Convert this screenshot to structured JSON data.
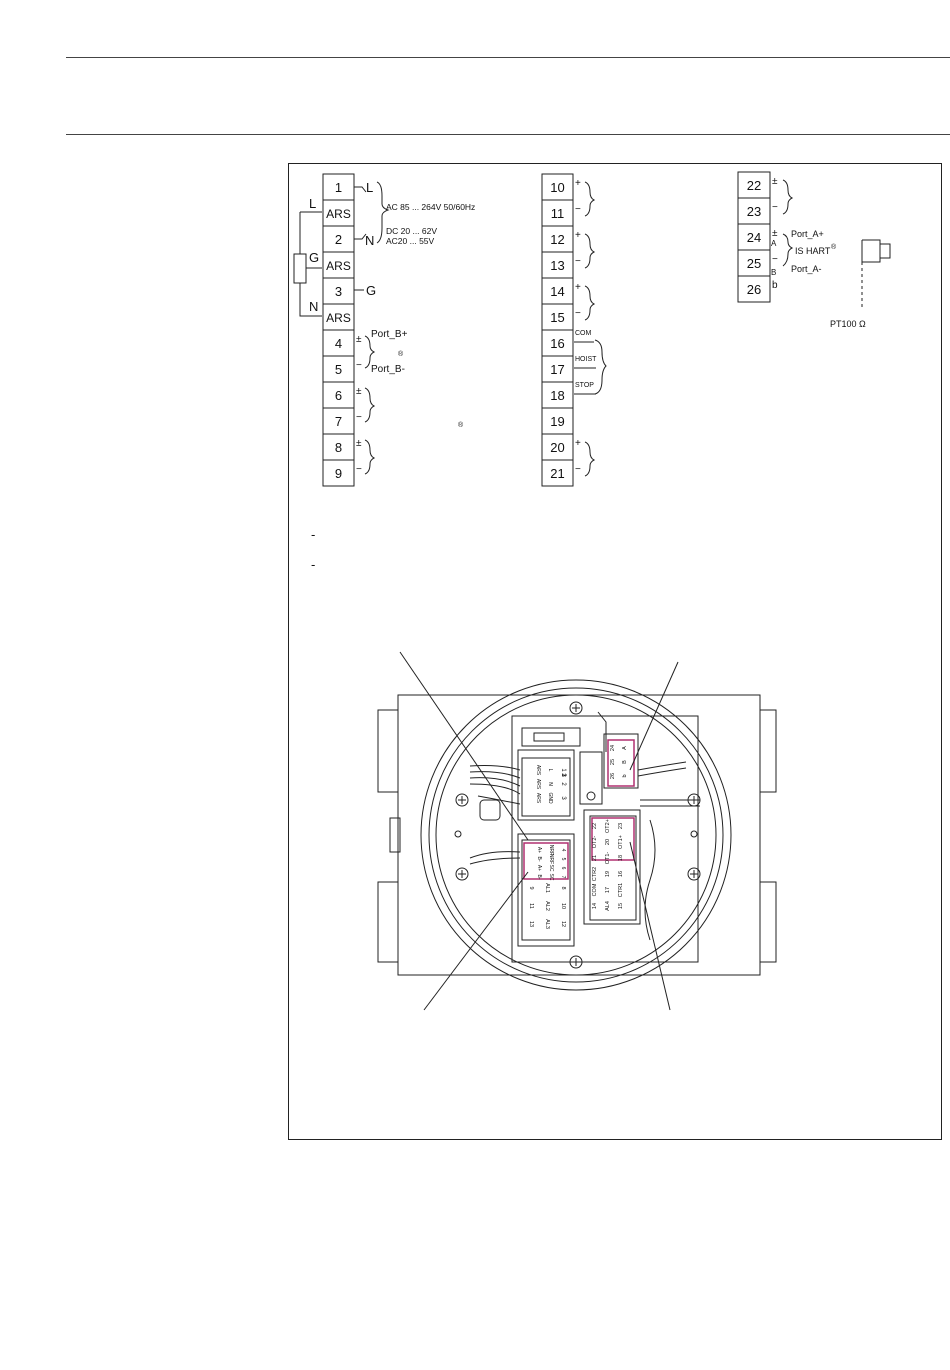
{
  "left_block": {
    "terminals": [
      {
        "label": "1",
        "sign": ""
      },
      {
        "label": "ARS",
        "sign": ""
      },
      {
        "label": "2",
        "sign": ""
      },
      {
        "label": "ARS",
        "sign": ""
      },
      {
        "label": "3",
        "sign": ""
      },
      {
        "label": "ARS",
        "sign": ""
      },
      {
        "label": "4",
        "sign": "±"
      },
      {
        "label": "5",
        "sign": "−"
      },
      {
        "label": "6",
        "sign": "±"
      },
      {
        "label": "7",
        "sign": "−"
      },
      {
        "label": "8",
        "sign": "±"
      },
      {
        "label": "9",
        "sign": "−"
      }
    ],
    "power_labels": {
      "l_right": "L",
      "n_right": "N",
      "g_right": "G",
      "l_left": "L",
      "g_left": "G",
      "n_left": "N",
      "ac": "AC 85 ... 264V 50/60Hz",
      "dc": "DC 20 ... 62V",
      "ac2": "AC20 ... 55V"
    },
    "port_b_plus": "Port_B+",
    "port_b_minus": "Port_B-",
    "reg_mark_1": "®",
    "reg_mark_2": "®"
  },
  "middle_block": {
    "terminals": [
      {
        "label": "10",
        "sign": "+"
      },
      {
        "label": "11",
        "sign": "−"
      },
      {
        "label": "12",
        "sign": "+"
      },
      {
        "label": "13",
        "sign": "−"
      },
      {
        "label": "14",
        "sign": "+"
      },
      {
        "label": "15",
        "sign": "−"
      },
      {
        "label": "16",
        "sign": "COM"
      },
      {
        "label": "17",
        "sign": "HOIST"
      },
      {
        "label": "18",
        "sign": "STOP"
      },
      {
        "label": "19",
        "sign": ""
      },
      {
        "label": "20",
        "sign": "+"
      },
      {
        "label": "21",
        "sign": "−"
      }
    ]
  },
  "right_block": {
    "terminals": [
      {
        "label": "22",
        "sign": "±"
      },
      {
        "label": "23",
        "sign": "−"
      },
      {
        "label": "24",
        "sign": "±"
      },
      {
        "label": "25",
        "sign": "−"
      },
      {
        "label": "26",
        "sign": "b"
      }
    ],
    "sub_a": "A",
    "sub_b": "B",
    "port_a_plus": "Port_A+",
    "is_hart": "IS HART",
    "reg_mark": "®",
    "port_a_minus": "Port_A-",
    "pt100": "PT100 Ω"
  },
  "dash_1": "-",
  "dash_2": "-",
  "housing": {
    "left_strip": {
      "top_row": [
        "1",
        "2",
        "3"
      ],
      "top_row_2": [
        "L",
        "N",
        "GND"
      ],
      "top_row_3": [
        "ARS",
        "ARS",
        "ARS"
      ],
      "mid_cells": [
        "4",
        "NRF",
        "A+",
        "5",
        "NRF",
        "B-",
        "6",
        "SC",
        "A+",
        "7",
        "SC",
        "B-"
      ],
      "lower_cells": [
        "8",
        "AL1",
        "9",
        "10",
        "AL2",
        "11",
        "12",
        "AL3",
        "13"
      ]
    },
    "right_strip": {
      "cells": [
        "22",
        "OT2+",
        "23",
        "OT2-",
        "20",
        "OT1+",
        "21",
        "OT1-",
        "18",
        "CTR2",
        "19",
        "16",
        "COM",
        "17",
        "CTR1",
        "14",
        "AL4",
        "15"
      ]
    },
    "hart_strip": {
      "cells": [
        "24",
        "25",
        "26",
        "A",
        "B",
        "b"
      ]
    }
  }
}
